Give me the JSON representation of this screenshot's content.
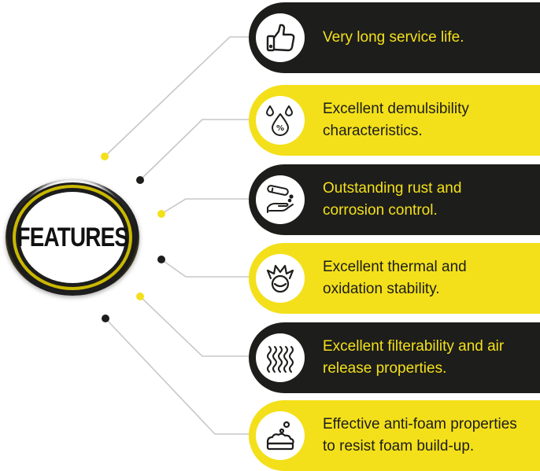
{
  "hub": {
    "label": "FEATURES"
  },
  "features": [
    {
      "text": "Very long service life.",
      "icon": "thumbs-up-icon",
      "style": "dark"
    },
    {
      "text": "Excellent demulsibility characteristics.",
      "icon": "water-drops-percent-icon",
      "style": "yellow"
    },
    {
      "text": "Outstanding rust and corrosion control.",
      "icon": "test-tube-hand-icon",
      "style": "dark"
    },
    {
      "text": "Excellent thermal and oxidation stability.",
      "icon": "flame-flask-icon",
      "style": "yellow"
    },
    {
      "text": "Excellent filterability and air release properties.",
      "icon": "air-waves-icon",
      "style": "dark"
    },
    {
      "text": "Effective anti-foam properties to resist foam build-up.",
      "icon": "foam-bubbles-icon",
      "style": "yellow"
    }
  ],
  "colors": {
    "accent": "#f3e01a",
    "dark": "#1d1d1b",
    "connector": "#c7c7c7"
  }
}
